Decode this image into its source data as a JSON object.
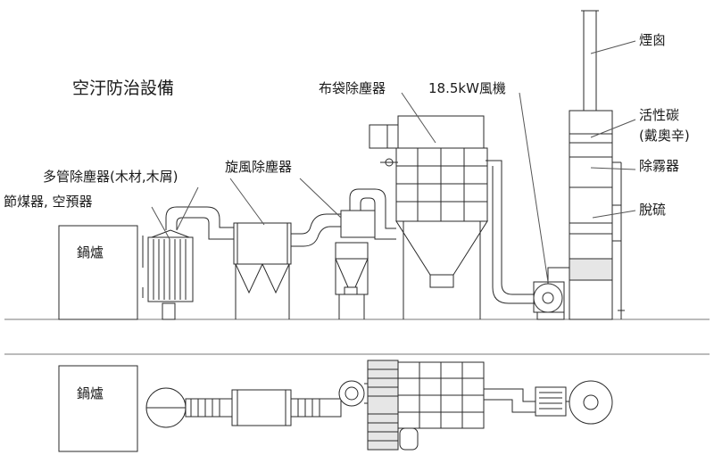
{
  "title": "空汙防治設備",
  "labels": {
    "boiler_side": "鍋爐",
    "boiler_top": "鍋爐",
    "economizer": "節煤器, 空預器",
    "multicyclone": "多管除塵器(木材,木屑)",
    "cyclone": "旋風除塵器",
    "baghouse": "布袋除塵器",
    "fan": "18.5kW風機",
    "chimney": "煙囪",
    "activated_carbon": "活性碳",
    "dioxin": "(戴奧辛)",
    "demister": "除霧器",
    "desulfurization": "脫硫"
  },
  "colors": {
    "line": "#2a2a2a",
    "fill": "#f2f2f2",
    "shade": "#d8d8d8",
    "ground": "#9a9a9a"
  }
}
